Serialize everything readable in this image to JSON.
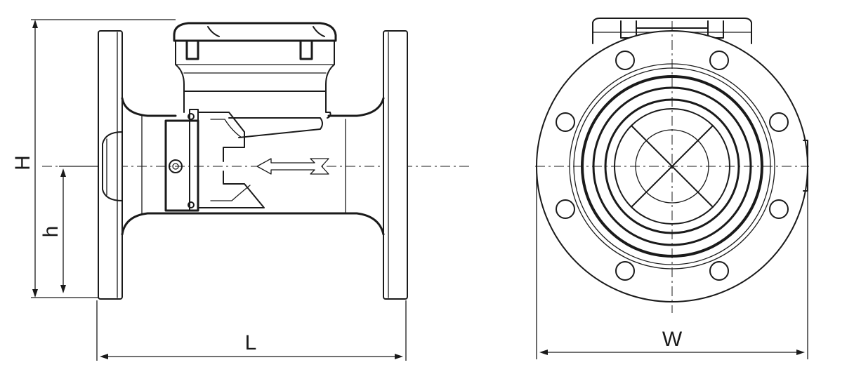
{
  "labels": {
    "H": "H",
    "h": "h",
    "L": "L",
    "W": "W"
  },
  "colors": {
    "line": "#1a1a1a",
    "background": "#ffffff"
  }
}
